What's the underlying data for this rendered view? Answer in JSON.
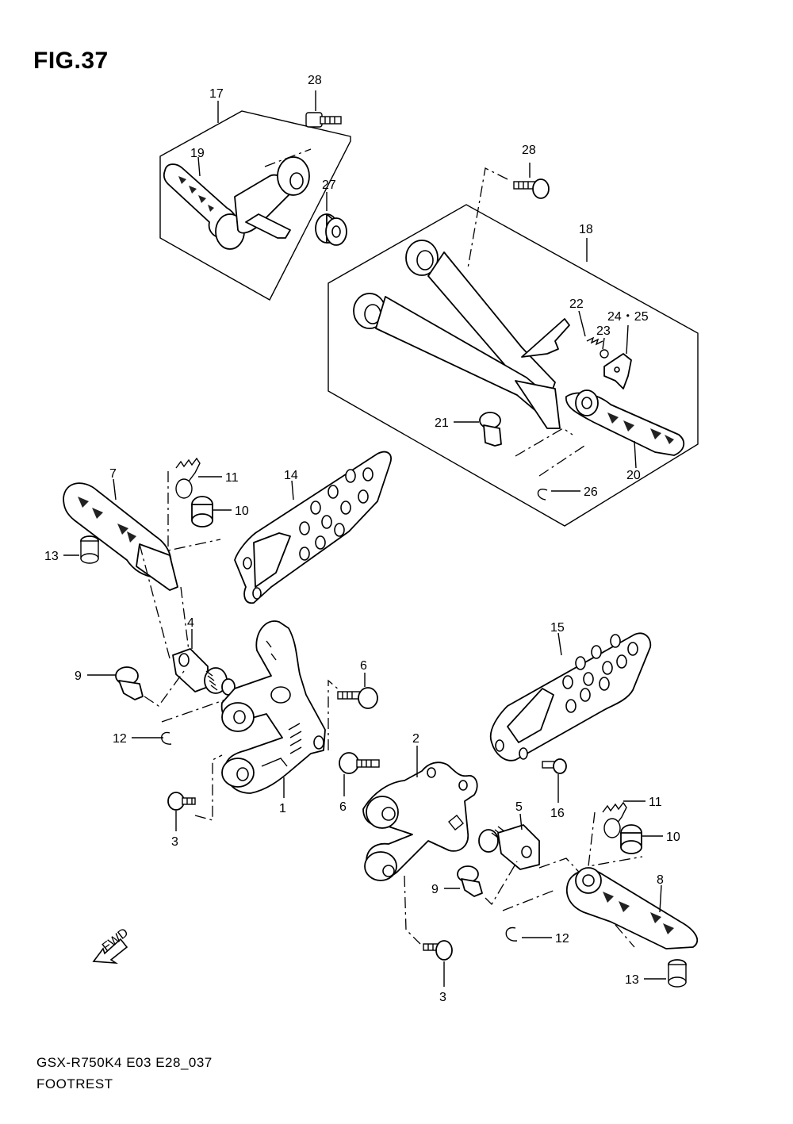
{
  "figure": {
    "title": "FIG.37",
    "model_code": "GSX-R750K4 E03 E28_037",
    "name": "FOOTREST"
  },
  "callouts": [
    "1",
    "2",
    "3",
    "3",
    "4",
    "5",
    "6",
    "6",
    "7",
    "8",
    "9",
    "9",
    "10",
    "10",
    "11",
    "11",
    "12",
    "12",
    "13",
    "13",
    "14",
    "15",
    "16",
    "17",
    "18",
    "19",
    "20",
    "21",
    "22",
    "23",
    "24・25",
    "26",
    "27",
    "28",
    "28"
  ],
  "fwd_label": "FWD"
}
